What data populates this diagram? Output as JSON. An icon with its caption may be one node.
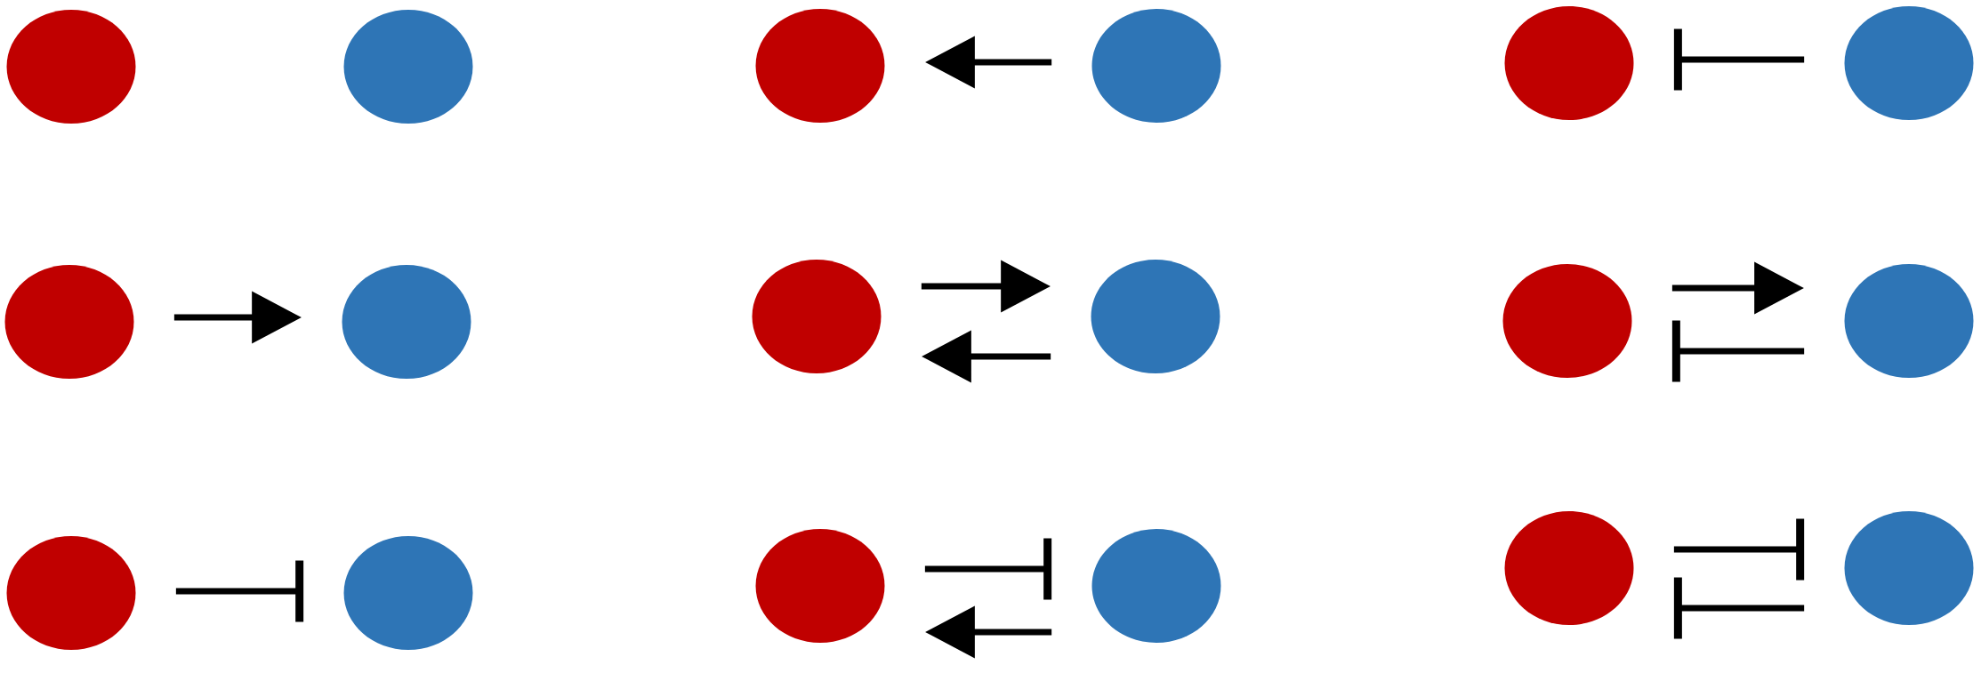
{
  "diagram": {
    "nodes": [
      {
        "text": [],
        "shape": "circle"
      },
      {
        "text": [],
        "shape": "circle"
      },
      {
        "text": [],
        "shape": "circle"
      },
      {
        "text": [],
        "shape": "circle"
      },
      {
        "text": [],
        "shape": "circle"
      },
      {
        "text": [],
        "shape": "circle"
      },
      {
        "text": [],
        "shape": "circle"
      },
      {
        "text": [],
        "shape": "circle"
      },
      {
        "text": [],
        "shape": "circle"
      },
      {
        "text": [],
        "shape": "circle"
      },
      {
        "text": [],
        "shape": "circle"
      },
      {
        "text": [],
        "shape": "circle"
      },
      {
        "text": [],
        "shape": "circle"
      },
      {
        "text": [],
        "shape": "circle"
      },
      {
        "text": [],
        "shape": "circle"
      },
      {
        "text": [],
        "shape": "circle"
      },
      {
        "text": [],
        "shape": "circle"
      },
      {
        "text": [],
        "shape": "circle"
      }
    ],
    "edges": [
      {
        "from": 3,
        "to": 2,
        "arrow": "to"
      },
      {
        "from": 5,
        "to": 4,
        "arrow": "other"
      },
      {
        "from": 6,
        "to": 7,
        "arrow": "to"
      },
      {
        "from": 8,
        "to": 9,
        "arrow": "to"
      },
      {
        "from": 9,
        "to": 8,
        "arrow": "to"
      },
      {
        "from": 10,
        "to": 11,
        "arrow": "to"
      },
      {
        "from": 11,
        "to": 10,
        "arrow": "other"
      },
      {
        "from": 12,
        "to": 13,
        "arrow": "other"
      },
      {
        "from": 14,
        "to": 15,
        "arrow": "other"
      },
      {
        "from": 15,
        "to": 14,
        "arrow": "to"
      },
      {
        "from": 16,
        "to": 17,
        "arrow": "other"
      },
      {
        "from": 17,
        "to": 16,
        "arrow": "other"
      }
    ]
  }
}
